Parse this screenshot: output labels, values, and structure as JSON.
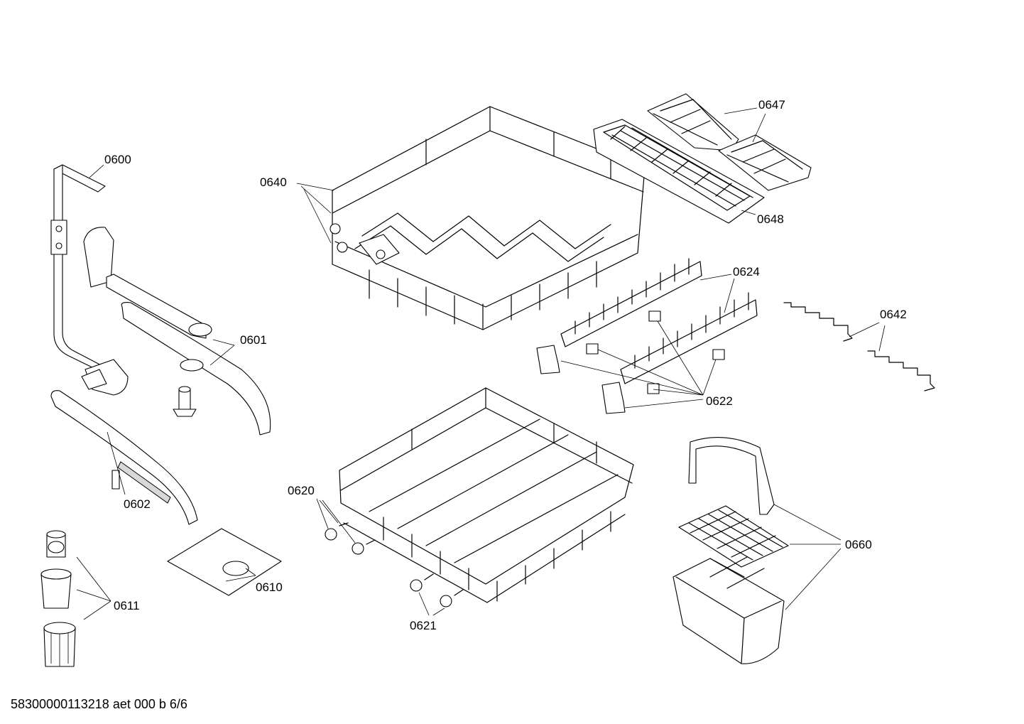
{
  "title": "",
  "footer": {
    "doc_id": "58300000113218 aet 000 b 6/6"
  },
  "callouts": {
    "c0600": "0600",
    "c0601": "0601",
    "c0602": "0602",
    "c0610": "0610",
    "c0611": "0611",
    "c0620": "0620",
    "c0621": "0621",
    "c0622": "0622",
    "c0624": "0624",
    "c0640": "0640",
    "c0642": "0642",
    "c0647": "0647",
    "c0648": "0648",
    "c0660": "0660"
  },
  "colors": {
    "line": "#000000",
    "shade": "#d8d8d8",
    "background": "#ffffff"
  }
}
